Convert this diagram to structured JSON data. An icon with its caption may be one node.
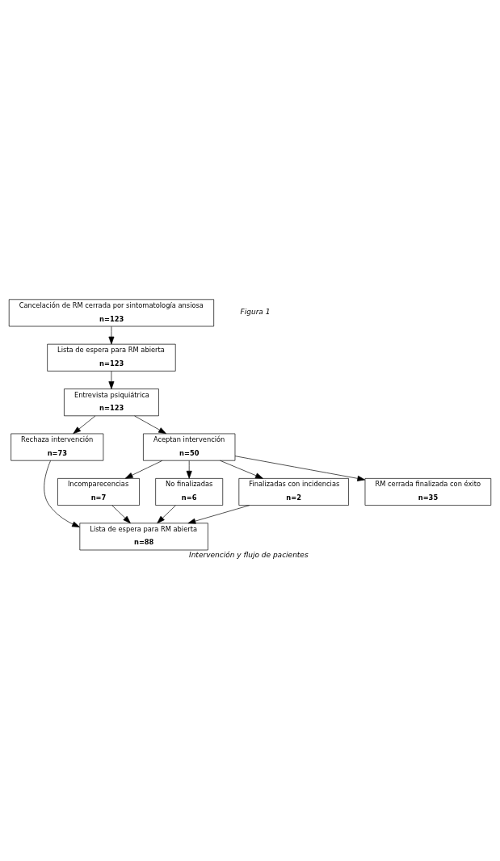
{
  "diagram": {
    "caption": "Intervención y flujo de pacientes",
    "nodes": [
      {
        "text": [
          "Cancelación de RM cerrada por sintomatología ansiosa",
          "n=123"
        ]
      },
      {
        "text": [
          "Lista de espera para RM abierta",
          "n=123"
        ]
      },
      {
        "text": [
          "Entrevista psiquiátrica",
          "n=123"
        ]
      },
      {
        "text": [
          "Rechaza intervención",
          "n=73"
        ]
      },
      {
        "text": [
          "Aceptan intervención",
          "n=50"
        ]
      },
      {
        "text": [
          "Lista de espera para RM abierta",
          "n=88"
        ]
      },
      {
        "text": [
          "Incomparecencias",
          "n=7"
        ]
      },
      {
        "text": [
          "No finalizadas",
          "n=6"
        ]
      },
      {
        "text": [
          "Finalizadas con incidencias",
          "n=2"
        ]
      },
      {
        "text": [
          "RM cerrada finalizada con éxito",
          "n=35"
        ]
      }
    ],
    "edges": [
      {
        "from": 0,
        "to": 1,
        "arrow": "to"
      },
      {
        "from": 1,
        "to": 2,
        "arrow": "to"
      },
      {
        "from": 2,
        "to": 3,
        "arrow": "to"
      },
      {
        "from": 2,
        "to": 4,
        "arrow": "to"
      },
      {
        "from": 3,
        "to": 5,
        "arrow": "to"
      },
      {
        "from": 4,
        "to": 6,
        "arrow": "to"
      },
      {
        "from": 4,
        "to": 7,
        "arrow": "to"
      },
      {
        "from": 4,
        "to": 8,
        "arrow": "to"
      },
      {
        "from": 4,
        "to": 9,
        "arrow": "to"
      },
      {
        "from": 6,
        "to": 5,
        "arrow": "to"
      },
      {
        "from": 7,
        "to": 5,
        "arrow": "to"
      },
      {
        "from": 8,
        "to": 5,
        "arrow": "to"
      }
    ],
    "labels": [
      "Figura 1"
    ]
  }
}
